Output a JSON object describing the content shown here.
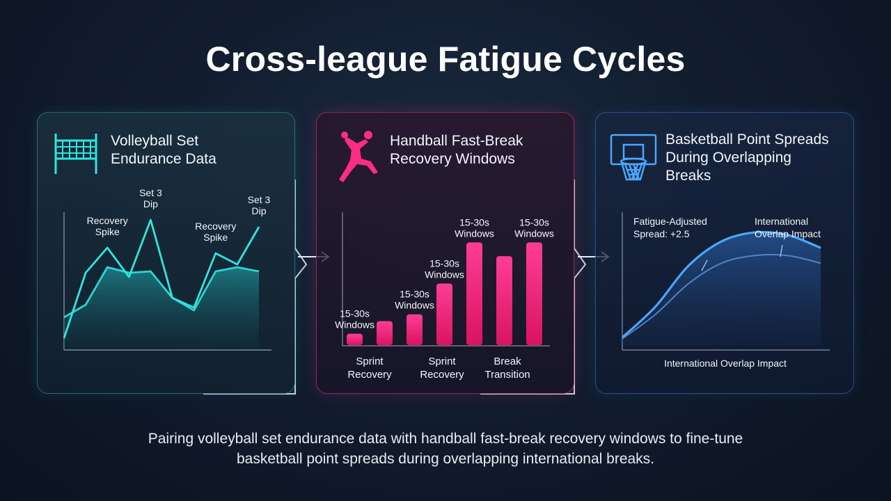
{
  "title": "Cross-league Fatigue Cycles",
  "caption": "Pairing volleyball set endurance data with handball fast-break recovery windows to fine-tune\nbasketball point spreads during overlapping international breaks.",
  "colors": {
    "teal": "#2ee6e0",
    "pink": "#ff2d86",
    "blue": "#4aa8ff"
  },
  "panels": {
    "volleyball": {
      "title": "Volleyball Set\nEndurance Data",
      "icon": "volleyball-net-icon"
    },
    "handball": {
      "title": "Handball Fast-Break\nRecovery Windows",
      "icon": "handball-player-icon"
    },
    "basketball": {
      "title": "Basketball Point Spreads\nDuring Overlapping\nBreaks",
      "icon": "basketball-hoop-icon"
    }
  },
  "chart_data": [
    {
      "type": "line",
      "series": [
        {
          "values": [
            8,
            55,
            73,
            52,
            93,
            37,
            30,
            69,
            61,
            88
          ]
        },
        {
          "values": [
            23,
            32,
            59,
            55,
            56,
            37,
            28,
            56,
            59,
            56
          ]
        }
      ],
      "annotations": [
        {
          "text": "Recovery\nSpike",
          "index": 2
        },
        {
          "text": "Set 3\nDip",
          "index": 4
        },
        {
          "text": "Recovery\nSpike",
          "index": 7
        },
        {
          "text": "Set 3\nDip",
          "index": 9
        }
      ],
      "ylim": [
        0,
        100
      ]
    },
    {
      "type": "bar",
      "values": [
        10,
        21,
        27,
        54,
        90,
        78,
        90
      ],
      "bar_labels": [
        "15-30s\nWindows",
        "15-30s\nWindows",
        "15-30s\nWindows",
        "15-30s\nWindows",
        "15-30s\nWindows"
      ],
      "bar_label_index": [
        0,
        2,
        3,
        4,
        6
      ],
      "categories": [
        "Sprint\nRecovery",
        "Sprint\nRecovery",
        "Break\nTransition"
      ],
      "ylim": [
        0,
        100
      ]
    },
    {
      "type": "line",
      "xlabel": "International Overlap Impact",
      "series": [
        {
          "values": [
            6,
            30,
            62,
            81,
            88,
            86,
            76
          ]
        },
        {
          "values": [
            5,
            24,
            48,
            64,
            70,
            70,
            64
          ]
        }
      ],
      "annotations": [
        {
          "text": "Fatigue-Adjusted\nSpread: +2.5"
        },
        {
          "text": "International\nOverlap Impact"
        }
      ],
      "ylim": [
        0,
        100
      ]
    }
  ]
}
